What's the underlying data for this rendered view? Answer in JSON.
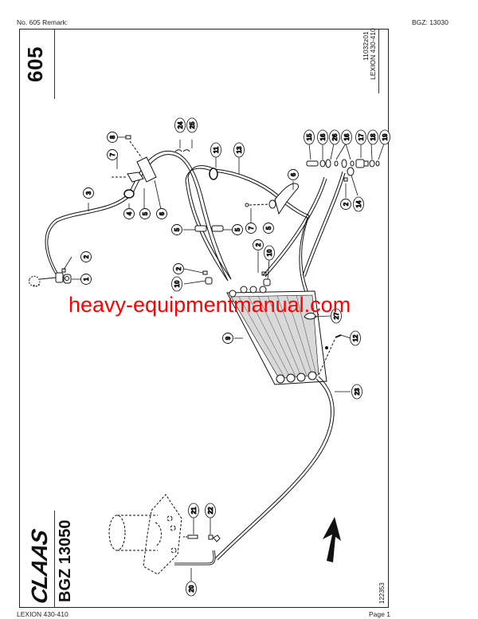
{
  "header": {
    "left": "No. 605   Remark:",
    "right": "BGZ: 13030"
  },
  "footer": {
    "left": "LEXION 430-410",
    "right": "Page 1"
  },
  "sheet": {
    "page_number": "605",
    "doc_code": "11032z01",
    "model": "LEXION 430-410",
    "brand": "CLAAS",
    "assembly_group": "BGZ 13050",
    "drawing_number": "122353"
  },
  "watermark": "heavy-equipmentmanual.com",
  "callouts": [
    {
      "id": "c8",
      "label": "8"
    },
    {
      "id": "c7a",
      "label": "7"
    },
    {
      "id": "c3",
      "label": "3"
    },
    {
      "id": "c4",
      "label": "4"
    },
    {
      "id": "c5a",
      "label": "5"
    },
    {
      "id": "c6a",
      "label": "6"
    },
    {
      "id": "c24",
      "label": "24"
    },
    {
      "id": "c25",
      "label": "25"
    },
    {
      "id": "c11",
      "label": "11"
    },
    {
      "id": "c13",
      "label": "13"
    },
    {
      "id": "c6b",
      "label": "6"
    },
    {
      "id": "c15",
      "label": "15"
    },
    {
      "id": "c16a",
      "label": "16"
    },
    {
      "id": "c26",
      "label": "26"
    },
    {
      "id": "c16b",
      "label": "16"
    },
    {
      "id": "c17",
      "label": "17"
    },
    {
      "id": "c18",
      "label": "18"
    },
    {
      "id": "c19",
      "label": "19"
    },
    {
      "id": "c2a",
      "label": "2"
    },
    {
      "id": "c14",
      "label": "14"
    },
    {
      "id": "c5b",
      "label": "5"
    },
    {
      "id": "c5c",
      "label": "5"
    },
    {
      "id": "c7b",
      "label": "7"
    },
    {
      "id": "c5d",
      "label": "5"
    },
    {
      "id": "c2b",
      "label": "2"
    },
    {
      "id": "c10a",
      "label": "10"
    },
    {
      "id": "c2c",
      "label": "2"
    },
    {
      "id": "c1",
      "label": "1"
    },
    {
      "id": "c2d",
      "label": "2"
    },
    {
      "id": "c10b",
      "label": "10"
    },
    {
      "id": "c27",
      "label": "27"
    },
    {
      "id": "c9",
      "label": "9"
    },
    {
      "id": "c12",
      "label": "12"
    },
    {
      "id": "c23",
      "label": "23"
    },
    {
      "id": "c21",
      "label": "21"
    },
    {
      "id": "c22",
      "label": "22"
    },
    {
      "id": "c20",
      "label": "20"
    }
  ]
}
